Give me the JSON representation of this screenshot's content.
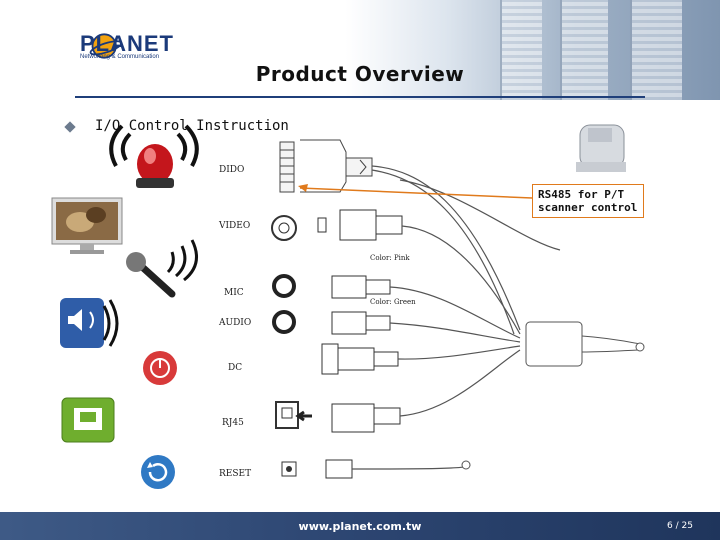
{
  "brand": {
    "name": "PLANET",
    "tagline": "Networking & Communication"
  },
  "slide": {
    "title": "Product Overview",
    "bullet": "I/O Control Instruction"
  },
  "connectors": {
    "dido": "DIDO",
    "video": "VIDEO",
    "mic": "MIC",
    "audio": "AUDIO",
    "dc": "DC",
    "rj45": "RJ45",
    "reset": "RESET"
  },
  "cable_notes": {
    "pink": "Color: Pink",
    "green": "Color: Green"
  },
  "callout": {
    "line1": "RS485 for P/T",
    "line2": "scanner control"
  },
  "footer": {
    "url": "www.planet.com.tw",
    "page": "6 / 25"
  },
  "colors": {
    "accent_orange": "#e07a1c",
    "footer_blue": "#2c4571",
    "brand_blue": "#1b3a7a"
  },
  "icons": [
    "alarm-light-icon",
    "monitor-icon",
    "microphone-icon",
    "speaker-icon",
    "power-icon",
    "network-port-icon",
    "reset-icon",
    "ptz-camera-icon"
  ]
}
